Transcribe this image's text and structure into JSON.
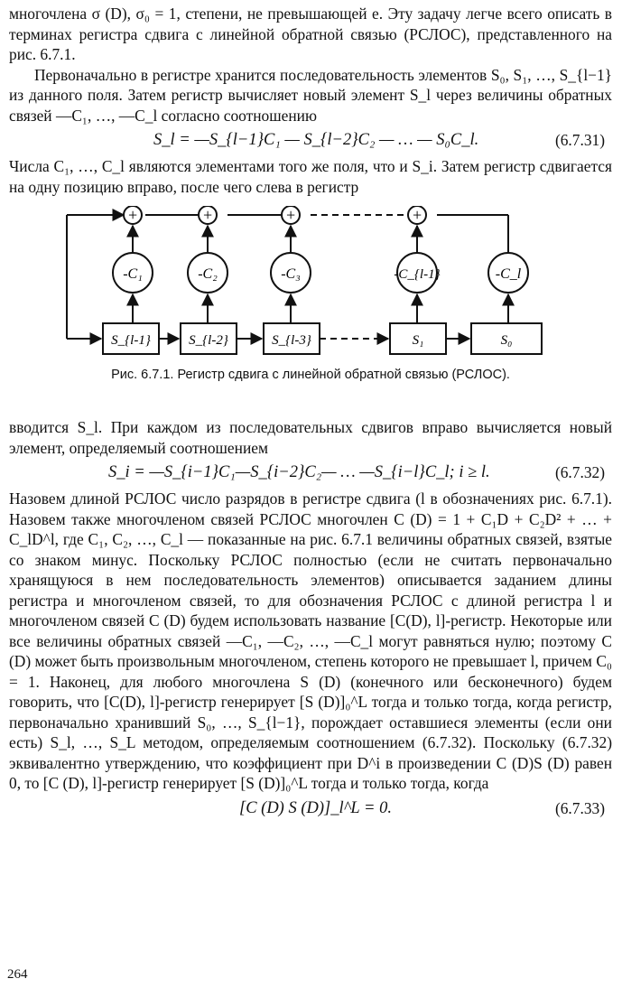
{
  "para_top": "многочлена σ (D), σ₀ = 1, степени, не превышающей e. Эту задачу легче всего описать в терминах регистра сдвига с линейной обратной связью (РСЛОС), представленного на рис. 6.7.1.",
  "para_1": "Первоначально в регистре хранится последовательность элементов S₀, S₁, …, S_{l−1} из данного поля. Затем регистр вычисляет новый элемент S_l через величины обратных связей —C₁, …, —C_l согласно соотношению",
  "eq1": {
    "text": "S_l = —S_{l−1}C₁ — S_{l−2}C₂ — … — S₀C_l.",
    "number": "(6.7.31)"
  },
  "para_2": "Числа C₁, …, C_l являются элементами того же поля, что и S_i. Затем регистр сдвигается на одну позицию вправо, после чего слева в регистр",
  "figure": {
    "coef_labels": [
      "-C₁",
      "-C₂",
      "-C₃",
      "-C_{l-1}",
      "-C_l"
    ],
    "register_labels": [
      "S_{l-1}",
      "S_{l-2}",
      "S_{l-3}",
      "S₁",
      "S₀"
    ],
    "caption": "Рис. 6.7.1. Регистр сдвига с линейной обратной связью (РСЛОС)."
  },
  "para_3": "вводится S_l. При каждом из последовательных сдвигов вправо вычисляется новый элемент, определяемый соотношением",
  "eq2": {
    "text": "S_i = —S_{i−1}C₁—S_{i−2}C₂— … —S_{i−l}C_l;  i ≥ l.",
    "number": "(6.7.32)"
  },
  "para_4": "Назовем длиной РСЛОС число разрядов в регистре сдвига (l в обозначениях рис. 6.7.1). Назовем также многочленом связей РСЛОС многочлен C (D) = 1 + C₁D + C₂D² + … + C_lD^l, где C₁, C₂, …, C_l — показанные на рис. 6.7.1 величины обратных связей, взятые со знаком минус. Поскольку РСЛОС полностью (если не считать первоначально хранящуюся в нем последовательность элементов) описывается заданием длины регистра и многочленом связей, то для обозначения РСЛОС с длиной регистра l и многочленом связей C (D) будем использовать название [C(D), l]-регистр. Некоторые или все величины обратных связей —C₁, —C₂, …, —C_l могут равняться нулю; поэтому C (D) может быть произвольным многочленом, степень которого не превышает l, причем C₀ = 1. Наконец, для любого многочлена S (D) (конечного или бесконечного) будем говорить, что [C(D), l]-регистр генерирует [S (D)]₀^L тогда и только тогда, когда регистр, первоначально хранивший S₀, …, S_{l−1}, порождает оставшиеся элементы (если они есть) S_l, …, S_L методом, определяемым соотношением (6.7.32). Поскольку (6.7.32) эквивалентно утверждению, что коэффициент при D^i в произведении C (D)S (D) равен 0, то [C (D), l]-регистр генерирует [S (D)]₀^L тогда и только тогда, когда",
  "eq3": {
    "text": "[C (D) S (D)]_l^L = 0.",
    "number": "(6.7.33)"
  },
  "page_number": "264"
}
